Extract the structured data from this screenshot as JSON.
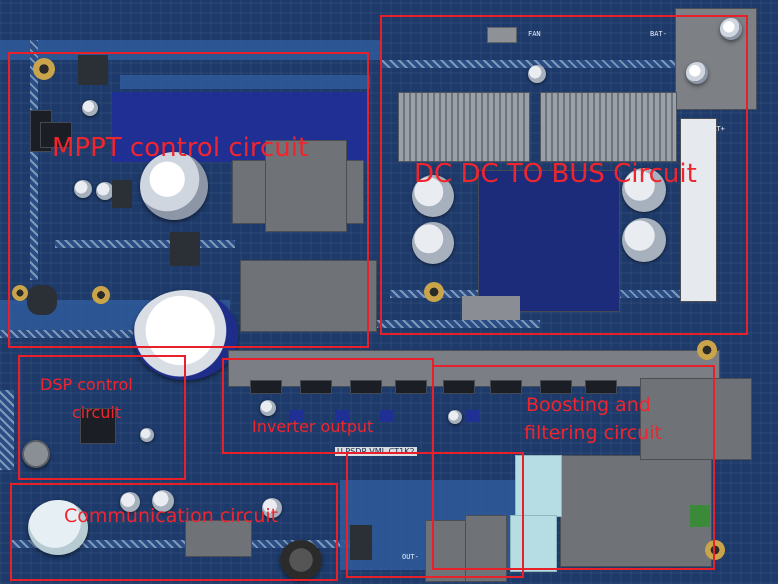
{
  "labels": {
    "mppt": "MPPT control circuit",
    "dcdc": "DC DC TO BUS Circuit",
    "dsp_line1": "DSP control",
    "dsp_line2": "circuit",
    "inverter": "Inverter output",
    "boost_line1": "Boosting and",
    "boost_line2": "filtering circuit",
    "comm": "Communication circuit"
  },
  "silkscreen": {
    "board_id": "U.PSDR.VML.CT1K2",
    "fan": "FAN",
    "bat_minus": "BAT-",
    "bat_plus": "BAT+",
    "out": "OUT-"
  },
  "colors": {
    "outline": "#e8202a",
    "label": "#f0252e",
    "pcb": "#1d3a6a"
  }
}
